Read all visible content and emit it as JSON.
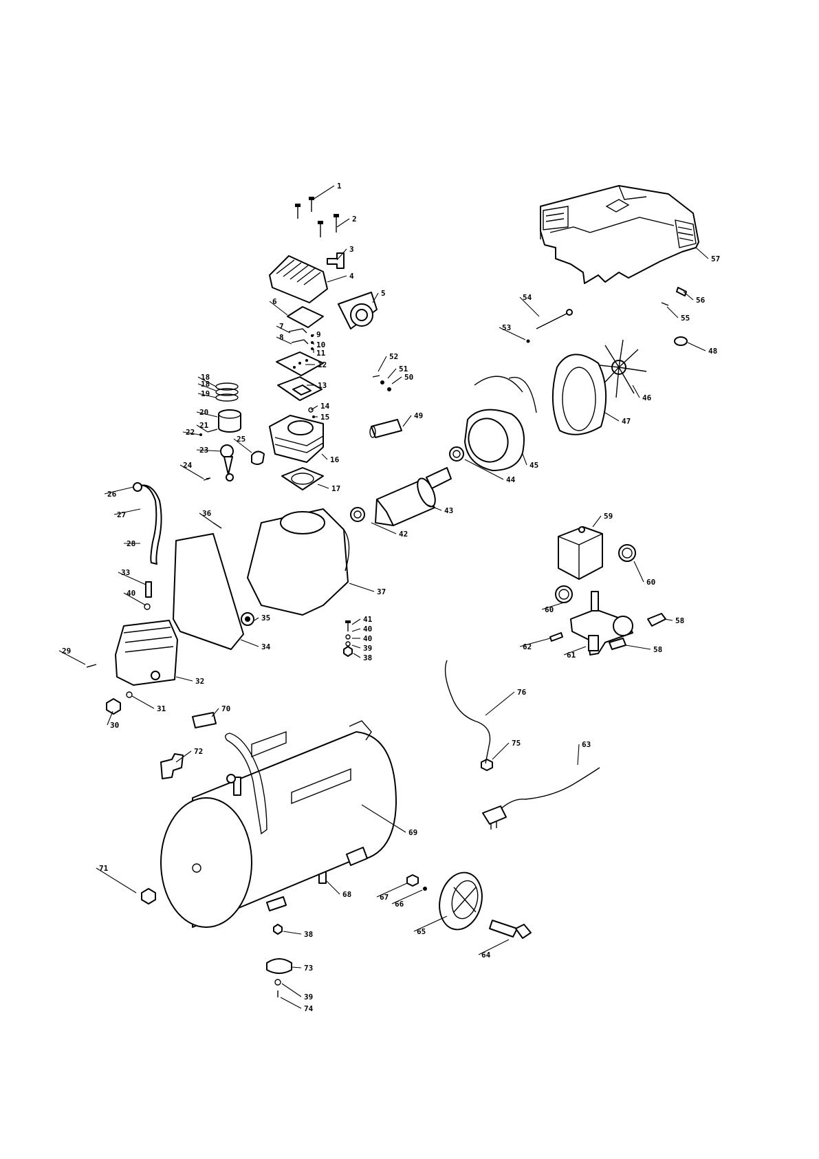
{
  "labels": [
    "1",
    "2",
    "3",
    "4",
    "5",
    "6",
    "7",
    "8",
    "9",
    "10",
    "11",
    "12",
    "13",
    "14",
    "15",
    "16",
    "17",
    "18",
    "18",
    "19",
    "20",
    "21",
    "22",
    "23",
    "24",
    "25",
    "26",
    "27",
    "28",
    "29",
    "30",
    "31",
    "32",
    "33",
    "34",
    "35",
    "36",
    "37",
    "38",
    "38",
    "39",
    "39",
    "40",
    "40",
    "40",
    "41",
    "42",
    "43",
    "44",
    "45",
    "46",
    "47",
    "48",
    "49",
    "50",
    "51",
    "52",
    "53",
    "54",
    "55",
    "56",
    "57",
    "58",
    "58",
    "59",
    "60",
    "60",
    "61",
    "62",
    "63",
    "64",
    "65",
    "66",
    "67",
    "68",
    "69",
    "70",
    "71",
    "72",
    "73",
    "74",
    "75",
    "76"
  ]
}
